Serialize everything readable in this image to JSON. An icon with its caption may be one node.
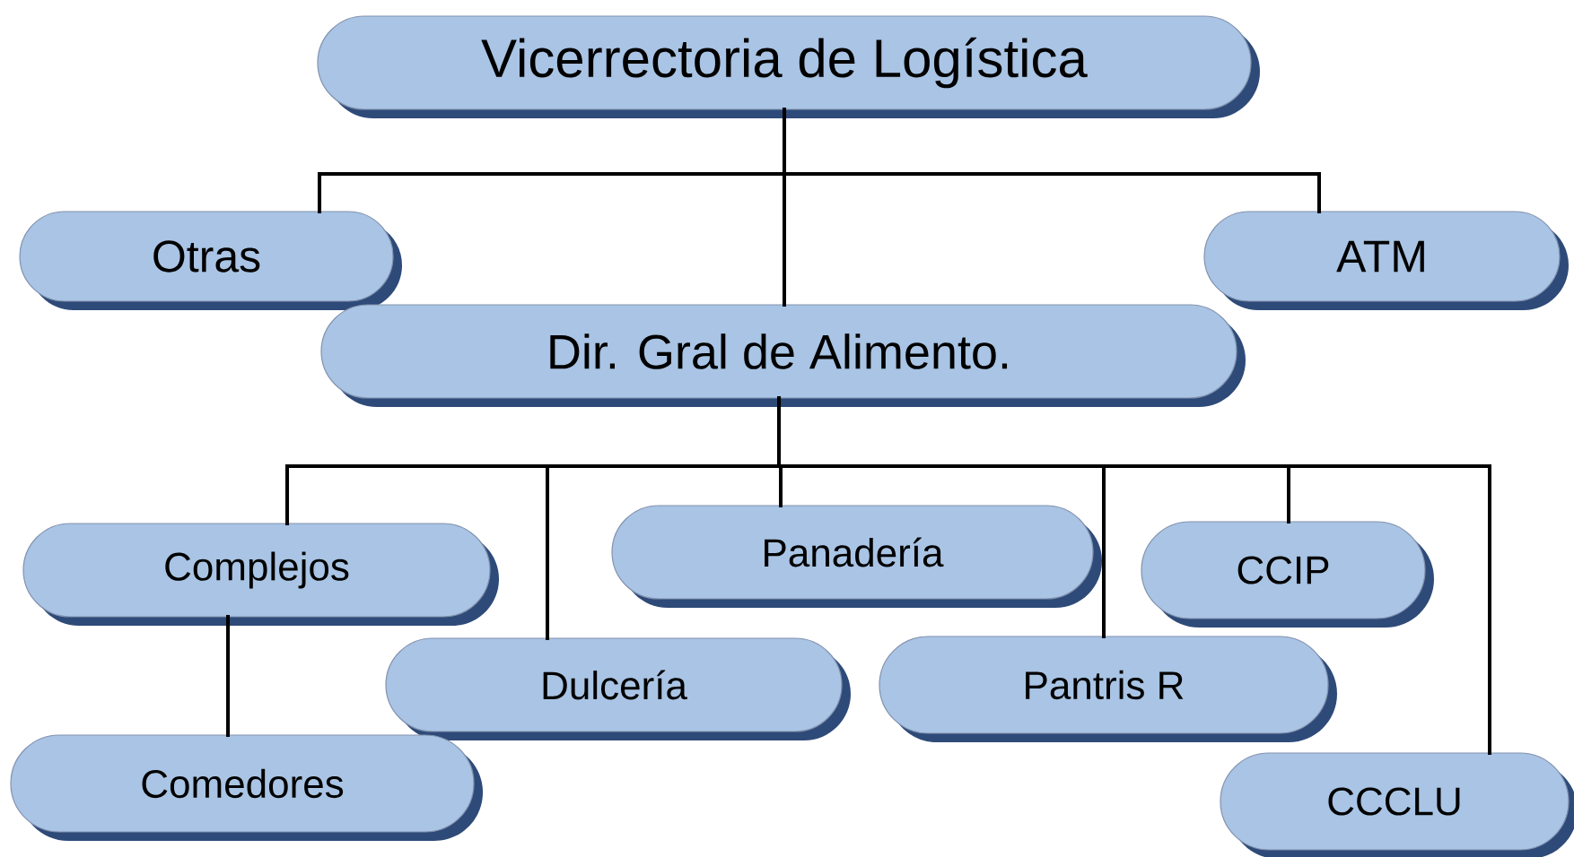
{
  "diagram": {
    "nodes": [
      {
        "text": [
          "Vicerrectoria de Logística"
        ]
      },
      {
        "text": [
          "Otras"
        ]
      },
      {
        "text": [
          "ATM"
        ]
      },
      {
        "text": [
          "Dir. Gral de Alimento."
        ]
      },
      {
        "text": [
          "Complejos"
        ]
      },
      {
        "text": [
          "Panadería"
        ]
      },
      {
        "text": [
          "CCIP"
        ]
      },
      {
        "text": [
          "Dulcería"
        ]
      },
      {
        "text": [
          "Pantris R"
        ]
      },
      {
        "text": [
          "Comedores"
        ]
      },
      {
        "text": [
          "CCCLU"
        ]
      }
    ],
    "edges": [
      {
        "from": 0,
        "to": 1,
        "arrow": "none"
      },
      {
        "from": 0,
        "to": 2,
        "arrow": "none"
      },
      {
        "from": 0,
        "to": 3,
        "arrow": "none"
      },
      {
        "from": 3,
        "to": 4,
        "arrow": "none"
      },
      {
        "from": 3,
        "to": 7,
        "arrow": "none"
      },
      {
        "from": 3,
        "to": 5,
        "arrow": "none"
      },
      {
        "from": 3,
        "to": 8,
        "arrow": "none"
      },
      {
        "from": 3,
        "to": 6,
        "arrow": "none"
      },
      {
        "from": 3,
        "to": 10,
        "arrow": "none"
      },
      {
        "from": 4,
        "to": 9,
        "arrow": "none"
      }
    ]
  }
}
